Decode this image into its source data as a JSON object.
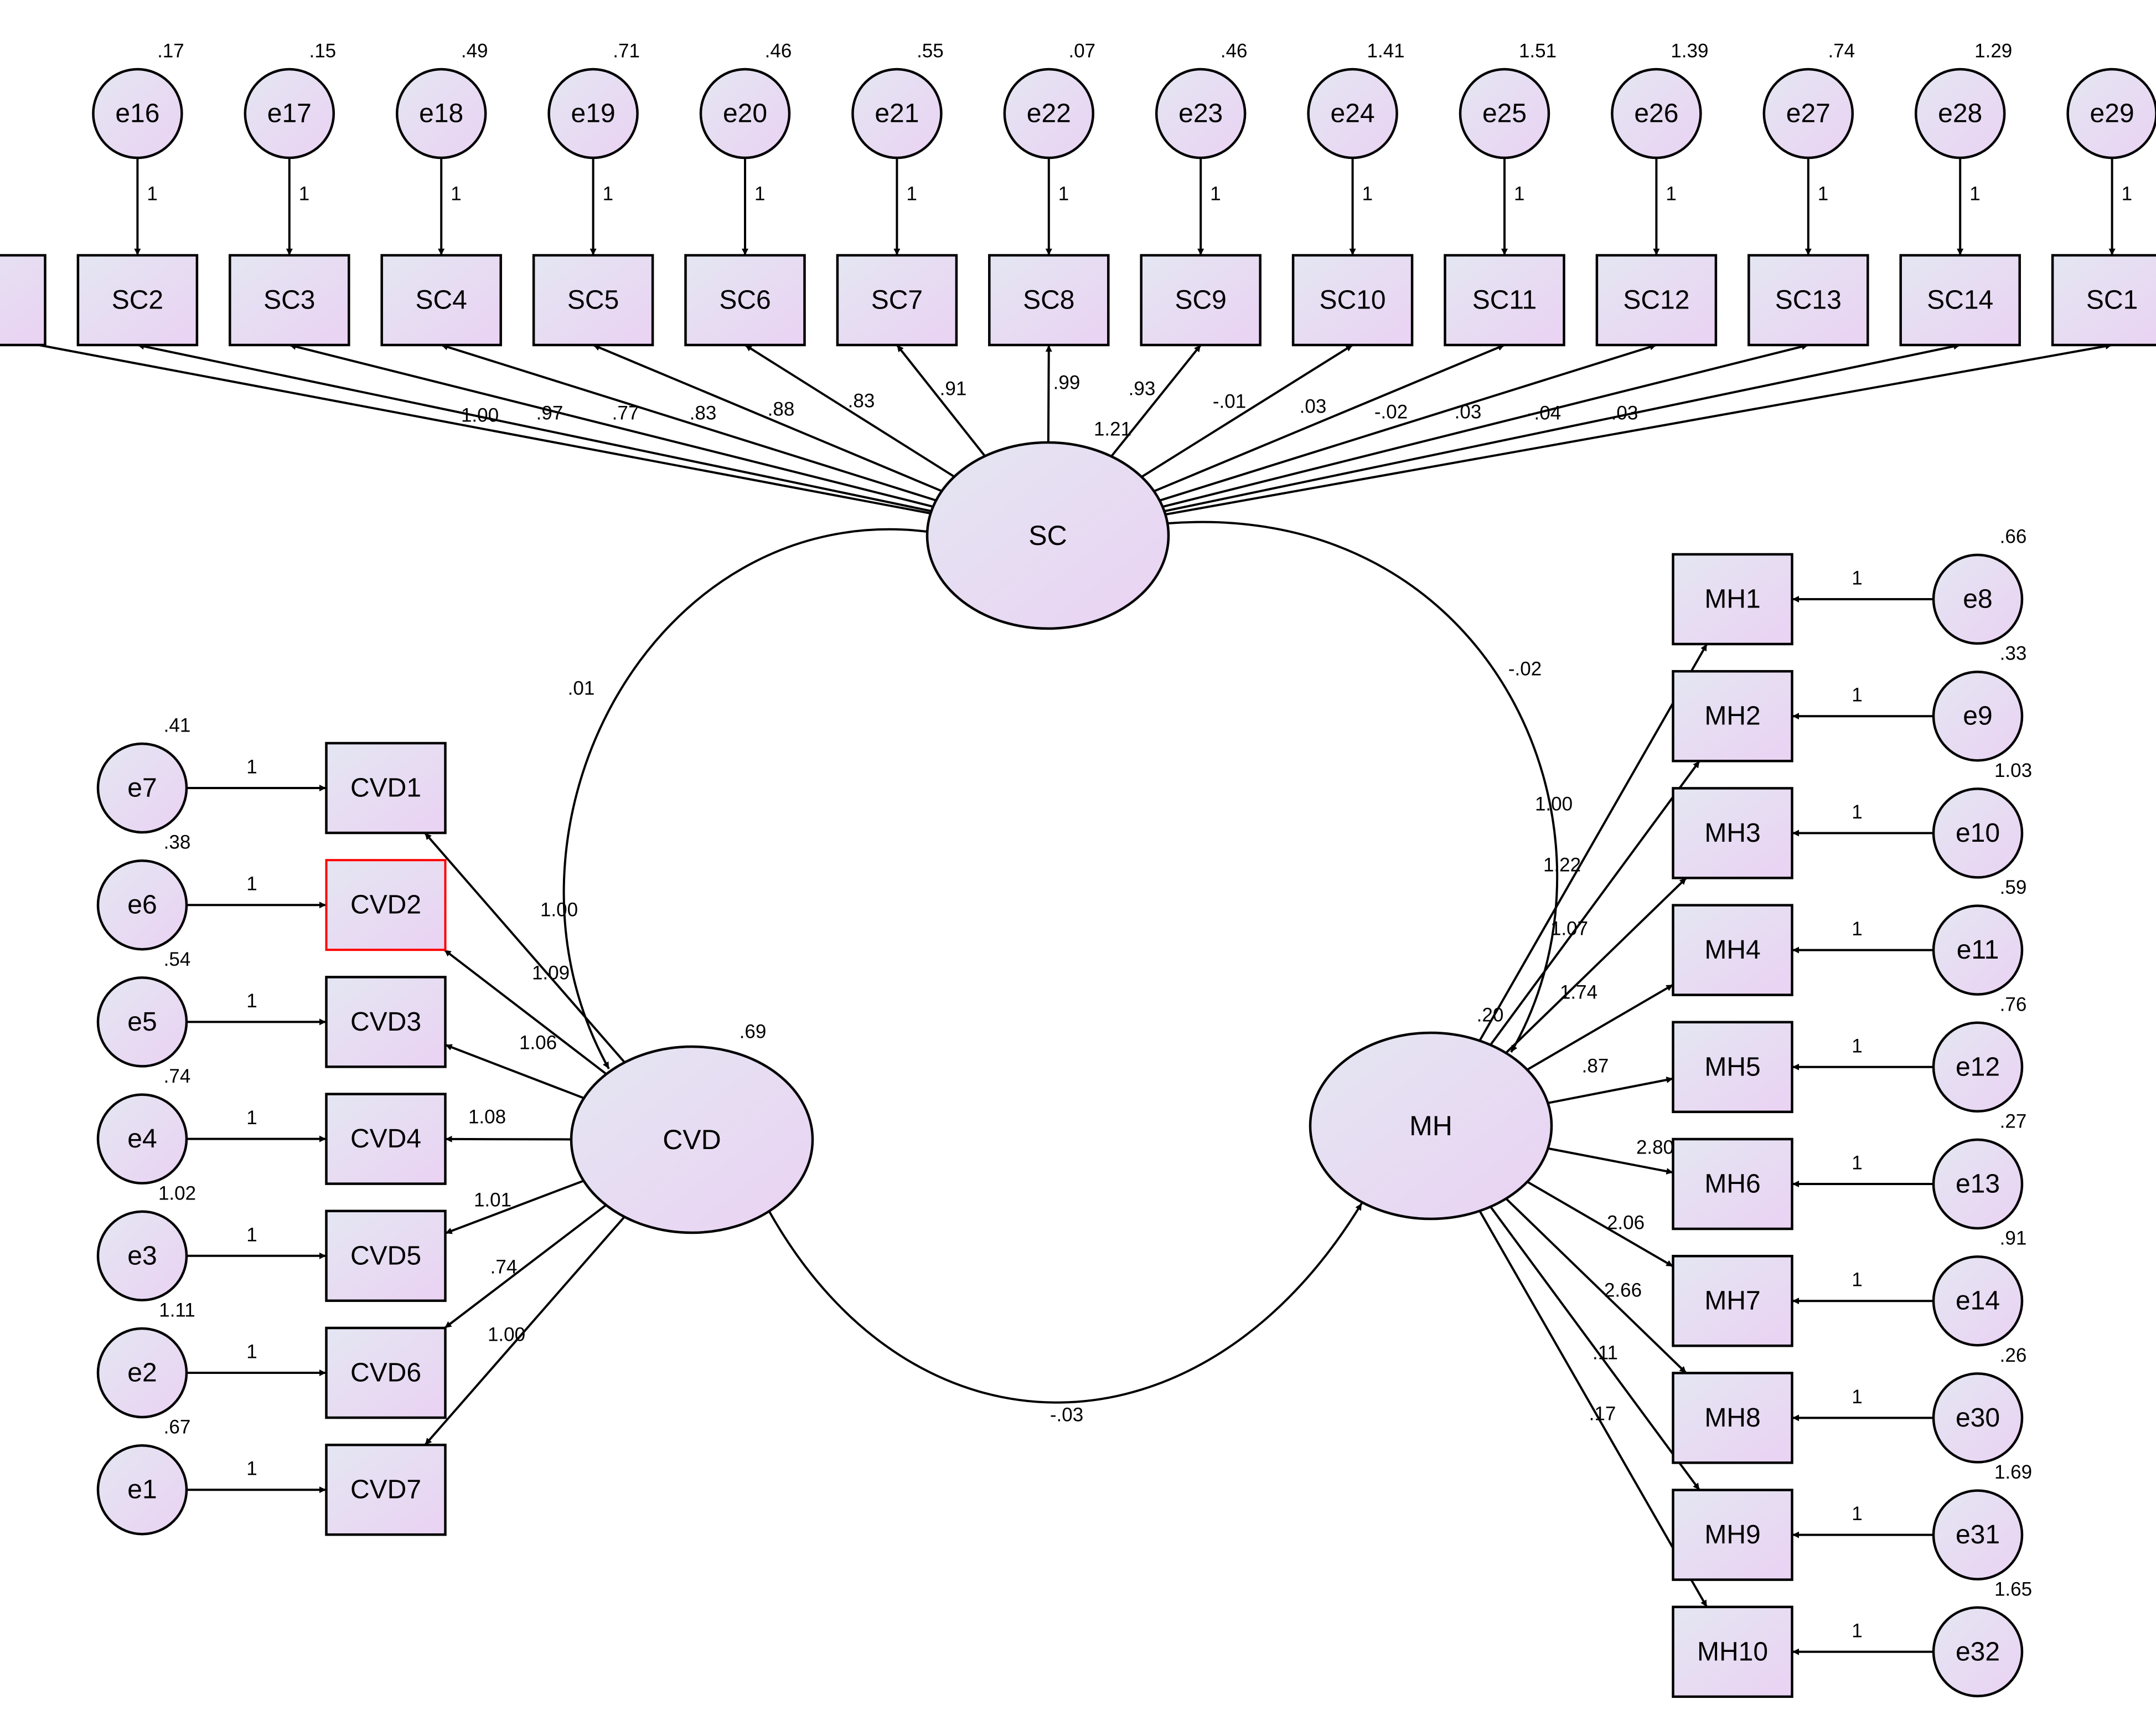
{
  "colors": {
    "node_fill_light": "#e4e6f2",
    "node_fill_dark": "#ead2f3",
    "stroke": "#000000",
    "highlight_stroke": "#ff0000"
  },
  "latents": {
    "SC": {
      "name": "SC"
    },
    "CVD": {
      "name": "CVD",
      "variance": ".69"
    },
    "MH": {
      "name": "MH",
      "variance": ".20"
    }
  },
  "sc_indicators": [
    {
      "name": "",
      "error": "",
      "error_var": "",
      "fixed": "",
      "loading": ""
    },
    {
      "name": "SC2",
      "error": "e16",
      "error_var": ".17",
      "fixed": "1",
      "loading": "1.00"
    },
    {
      "name": "SC3",
      "error": "e17",
      "error_var": ".15",
      "fixed": "1",
      "loading": ".97"
    },
    {
      "name": "SC4",
      "error": "e18",
      "error_var": ".49",
      "fixed": "1",
      "loading": ".77"
    },
    {
      "name": "SC5",
      "error": "e19",
      "error_var": ".71",
      "fixed": "1",
      "loading": ".83"
    },
    {
      "name": "SC6",
      "error": "e20",
      "error_var": ".46",
      "fixed": "1",
      "loading": ".88"
    },
    {
      "name": "SC7",
      "error": "e21",
      "error_var": ".55",
      "fixed": "1",
      "loading": ".83"
    },
    {
      "name": "SC8",
      "error": "e22",
      "error_var": ".07",
      "fixed": "1",
      "loading": ".91"
    },
    {
      "name": "SC9",
      "error": "e23",
      "error_var": ".46",
      "fixed": "1",
      "loading": ".99"
    },
    {
      "name": "SC10",
      "error": "e24",
      "error_var": "1.41",
      "fixed": "1",
      "loading": ".93"
    },
    {
      "name": "SC11",
      "error": "e25",
      "error_var": "1.51",
      "fixed": "1",
      "loading": "1.21"
    },
    {
      "name": "SC12",
      "error": "e26",
      "error_var": "1.39",
      "fixed": "1",
      "loading": "-.01"
    },
    {
      "name": "SC13",
      "error": "e27",
      "error_var": ".74",
      "fixed": "1",
      "loading": ".03"
    },
    {
      "name": "SC14",
      "error": "e28",
      "error_var": "1.29",
      "fixed": "1",
      "loading": "-.02"
    },
    {
      "name": "SC1",
      "error": "e29",
      "error_var": "",
      "fixed": "1",
      "loading": ".03"
    }
  ],
  "sc_extra_loadings": [
    "-.04",
    ".03"
  ],
  "cvd_indicators": [
    {
      "name": "CVD1",
      "error": "e7",
      "error_var": ".41",
      "fixed": "1",
      "loading": "1.00",
      "highlight": false
    },
    {
      "name": "CVD2",
      "error": "e6",
      "error_var": ".38",
      "fixed": "1",
      "loading": "1.09",
      "highlight": true
    },
    {
      "name": "CVD3",
      "error": "e5",
      "error_var": ".54",
      "fixed": "1",
      "loading": "1.06",
      "highlight": false
    },
    {
      "name": "CVD4",
      "error": "e4",
      "error_var": ".74",
      "fixed": "1",
      "loading": "1.08",
      "highlight": false
    },
    {
      "name": "CVD5",
      "error": "e3",
      "error_var": "1.02",
      "fixed": "1",
      "loading": "1.01",
      "highlight": false
    },
    {
      "name": "CVD6",
      "error": "e2",
      "error_var": "1.11",
      "fixed": "1",
      "loading": ".74",
      "highlight": false
    },
    {
      "name": "CVD7",
      "error": "e1",
      "error_var": ".67",
      "fixed": "1",
      "loading": "1.00",
      "highlight": false
    }
  ],
  "mh_indicators": [
    {
      "name": "MH1",
      "error": "e8",
      "error_var": ".66",
      "fixed": "1",
      "loading": "1.00"
    },
    {
      "name": "MH2",
      "error": "e9",
      "error_var": ".33",
      "fixed": "1",
      "loading": "1.22"
    },
    {
      "name": "MH3",
      "error": "e10",
      "error_var": "1.03",
      "fixed": "1",
      "loading": "1.07"
    },
    {
      "name": "MH4",
      "error": "e11",
      "error_var": ".59",
      "fixed": "1",
      "loading": "1.74"
    },
    {
      "name": "MH5",
      "error": "e12",
      "error_var": ".76",
      "fixed": "1",
      "loading": ".87"
    },
    {
      "name": "MH6",
      "error": "e13",
      "error_var": ".27",
      "fixed": "1",
      "loading": "2.80"
    },
    {
      "name": "MH7",
      "error": "e14",
      "error_var": ".91",
      "fixed": "1",
      "loading": "2.06"
    },
    {
      "name": "MH8",
      "error": "e30",
      "error_var": ".26",
      "fixed": "1",
      "loading": "2.66"
    },
    {
      "name": "MH9",
      "error": "e31",
      "error_var": "1.69",
      "fixed": "1",
      "loading": ".11"
    },
    {
      "name": "MH10",
      "error": "e32",
      "error_var": "1.65",
      "fixed": "1",
      "loading": ".17"
    }
  ],
  "covariances": {
    "sc_cvd": ".01",
    "sc_mh": "-.02",
    "cvd_mh": "-.03"
  }
}
